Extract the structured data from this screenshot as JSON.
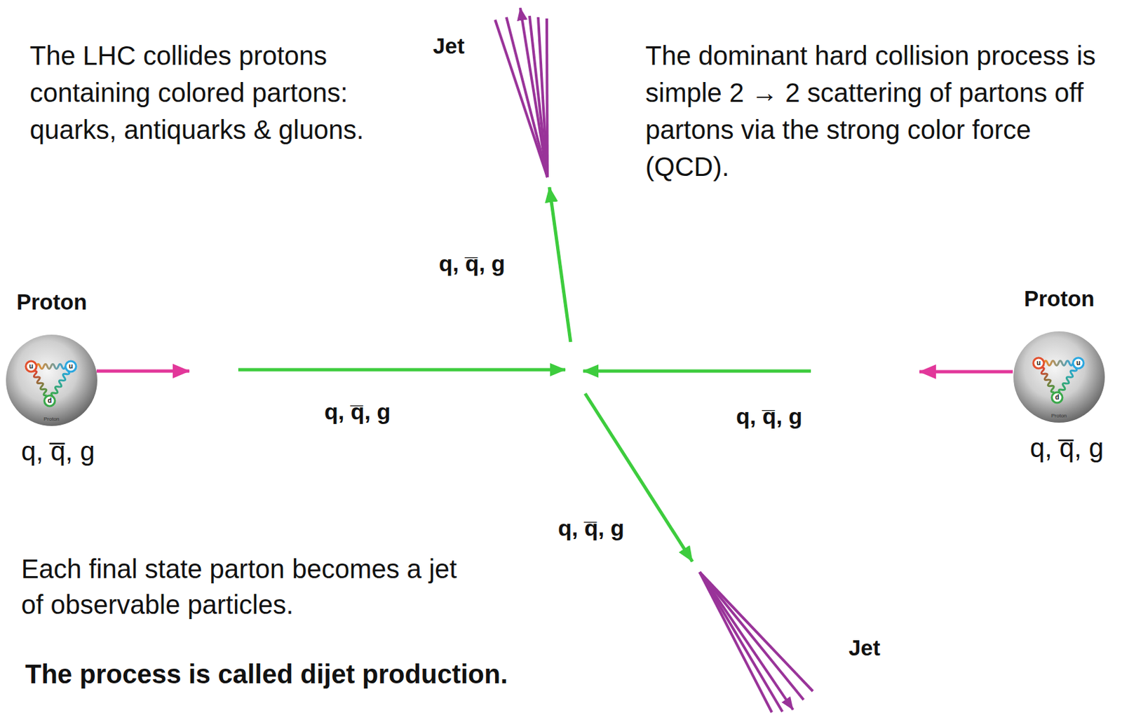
{
  "diagram": {
    "nodes": [
      {
        "text": [
          "Proton",
          "u",
          "u",
          "d",
          "Proton",
          "q, q̅, g"
        ]
      },
      {
        "text": [
          "Proton",
          "u",
          "u",
          "d",
          "Proton",
          "q, q̅, g"
        ]
      }
    ],
    "labels": [
      "The LHC collides protons containing colored partons: quarks, antiquarks & gluons.",
      "Jet",
      "The dominant hard collision process is simple 2 → 2 scattering of partons off partons via the strong color force (QCD).",
      "q, q̅, g",
      "q, q̅, g",
      "q, q̅, g",
      "q, q̅, g",
      "Each final state parton becomes a jet of observable particles.",
      "Jet",
      "The process is called dijet production."
    ]
  }
}
